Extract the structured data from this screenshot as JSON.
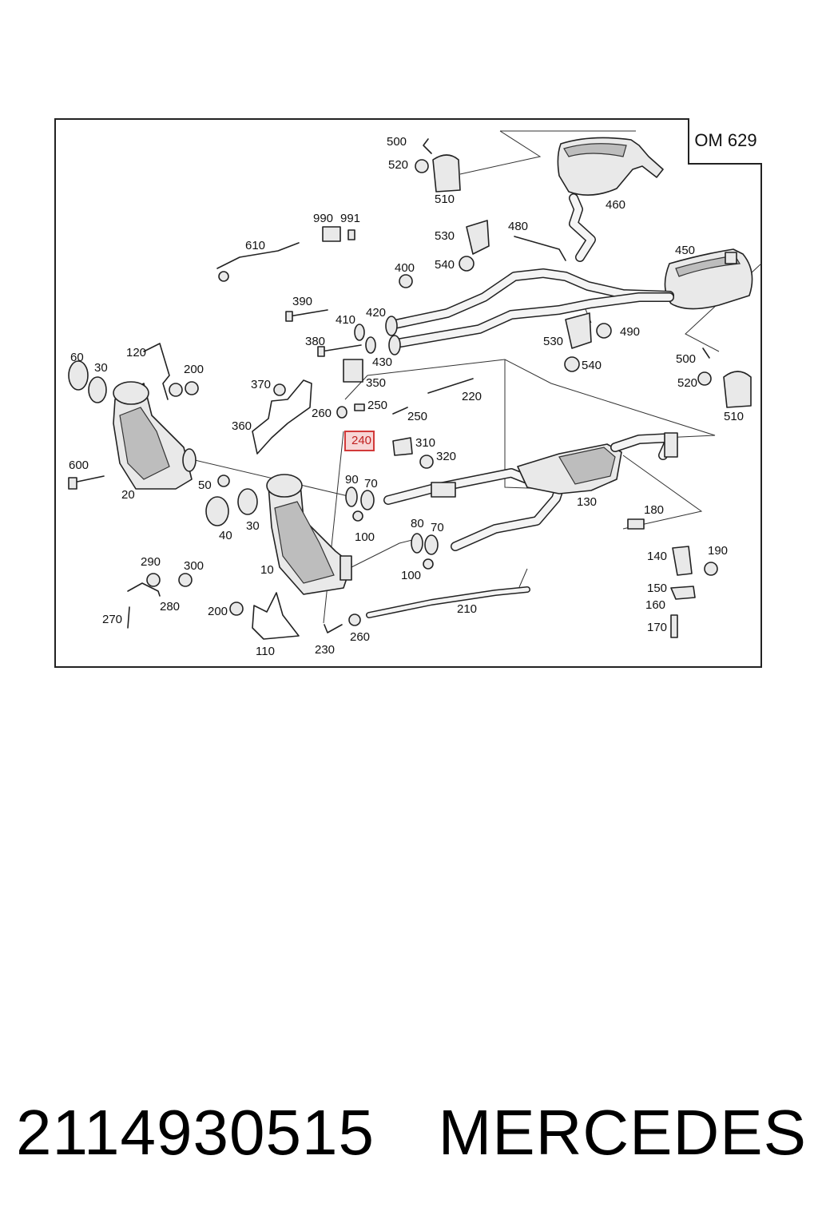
{
  "diagram": {
    "model_badge": "OM 629",
    "highlighted_part": "240",
    "labels": [
      "500",
      "520",
      "510",
      "460",
      "990",
      "991",
      "610",
      "530",
      "480",
      "540",
      "450",
      "400",
      "390",
      "410",
      "420",
      "380",
      "430",
      "530",
      "490",
      "540",
      "500",
      "520",
      "510",
      "120",
      "60",
      "30",
      "200",
      "370",
      "350",
      "250",
      "260",
      "360",
      "250",
      "220",
      "240",
      "310",
      "320",
      "600",
      "20",
      "90",
      "70",
      "50",
      "130",
      "180",
      "40",
      "30",
      "100",
      "80",
      "70",
      "140",
      "190",
      "10",
      "100",
      "290",
      "300",
      "210",
      "150",
      "160",
      "270",
      "280",
      "200",
      "170",
      "110",
      "230",
      "260"
    ]
  },
  "footer": {
    "part_number": "2114930515",
    "brand": "MERCEDES"
  }
}
